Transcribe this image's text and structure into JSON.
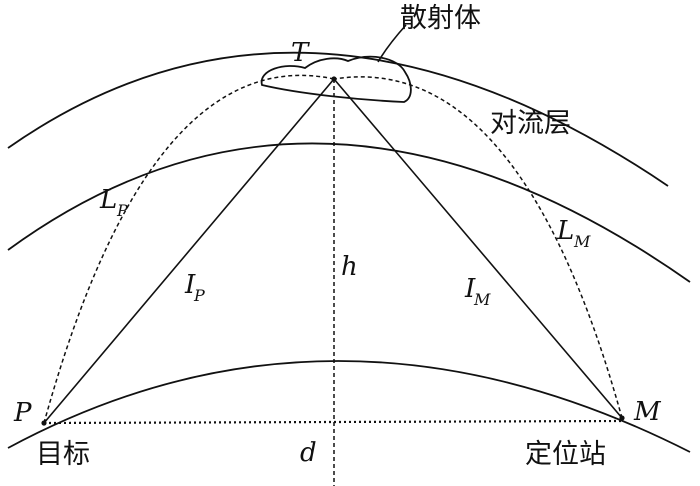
{
  "labels": {
    "scatterer": "散射体",
    "troposphere": "对流层",
    "target": "目标",
    "station": "定位站",
    "point_T": "T",
    "point_P": "P",
    "point_M": "M",
    "height_h": "h",
    "distance_d": "d",
    "path_L": "L",
    "path_L_sub_P": "P",
    "path_L_sub_M": "M",
    "path_I": "I",
    "path_I_sub_P": "P",
    "path_I_sub_M": "M"
  }
}
